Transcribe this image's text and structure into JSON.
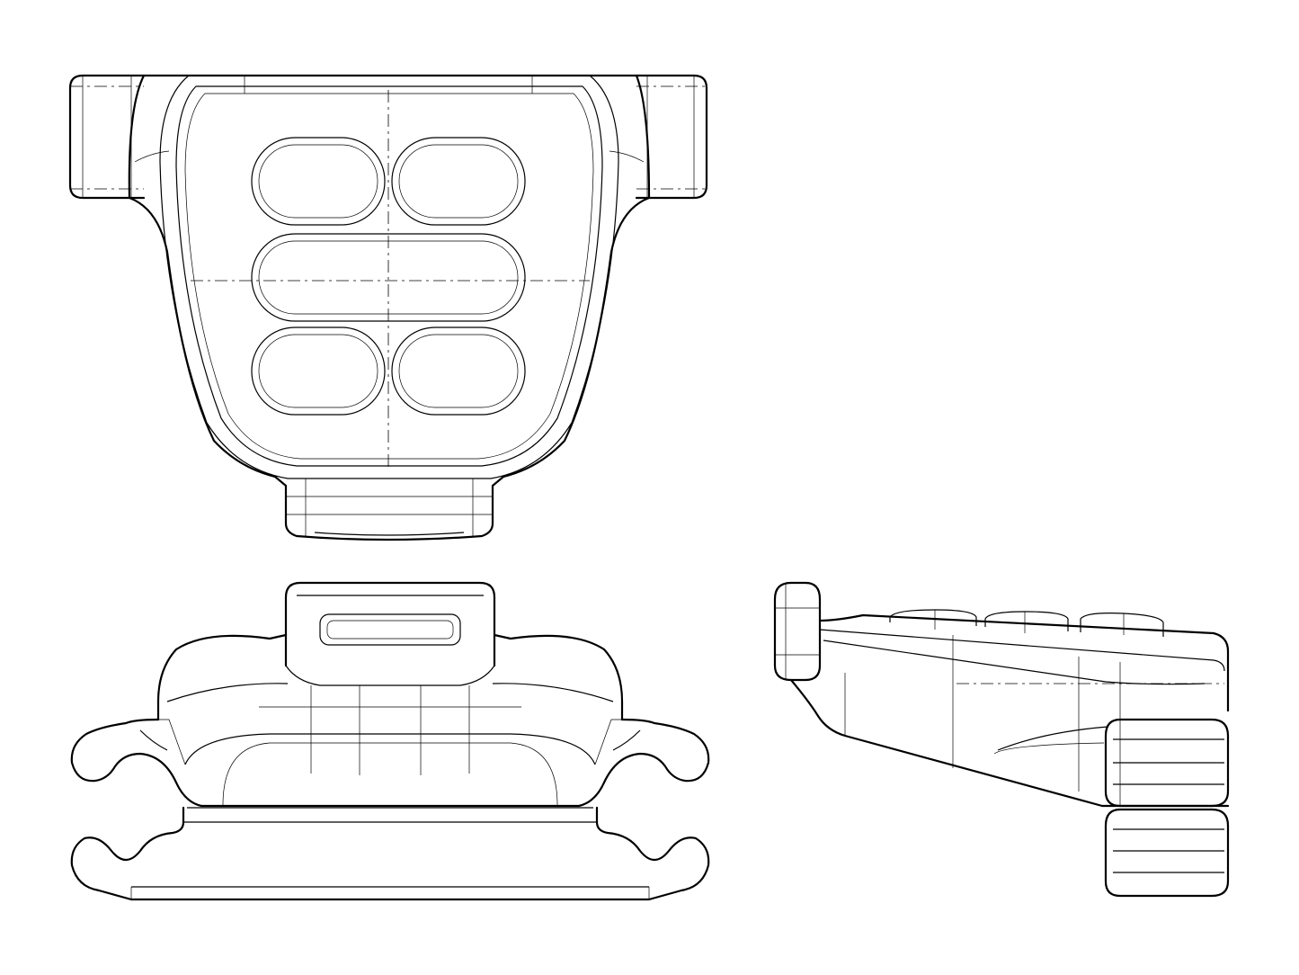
{
  "drawing": {
    "views": [
      {
        "id": "top-view",
        "projection": "plan",
        "button_pads": 5
      },
      {
        "id": "front-view",
        "projection": "front"
      },
      {
        "id": "side-view",
        "projection": "side",
        "button_pads": 3
      }
    ],
    "line_color": "#000000",
    "background": "#ffffff"
  }
}
